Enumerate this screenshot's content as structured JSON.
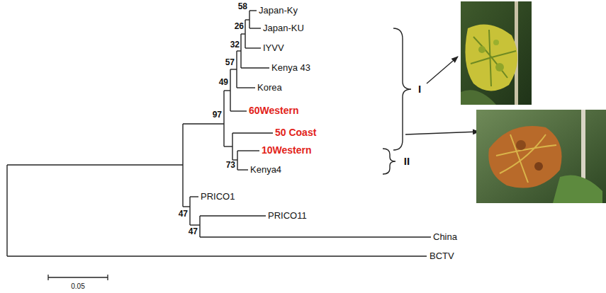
{
  "diagram": {
    "labels": [
      "58",
      "Japan-Ky",
      "Japan-KU",
      "26",
      "IYVV",
      "32",
      "57",
      "Kenya 43",
      "49",
      "Korea",
      "97",
      "60Western",
      "I",
      "50 Coast",
      "73",
      "10Western",
      "II",
      "Kenya4",
      "PRICO1",
      "47",
      "PRICO11",
      "47",
      "China",
      "BCTV",
      "0.05"
    ]
  }
}
